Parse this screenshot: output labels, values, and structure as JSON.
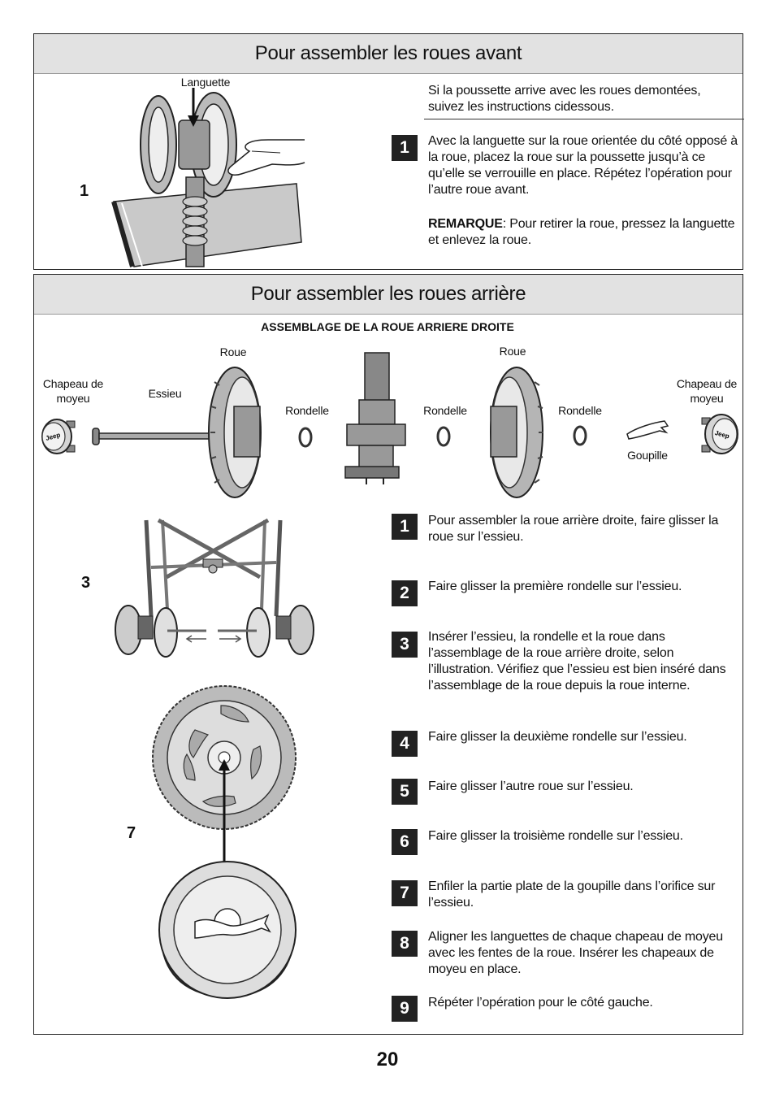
{
  "front": {
    "title": "Pour assembler les roues avant",
    "label_tab": "Languette",
    "fig": "1",
    "intro": "Si la poussette arrive avec les roues demontées, suivez les instructions cidessous.",
    "step_num": "1",
    "step_text": "Avec la languette sur la roue orientée du côté opposé à la roue, placez la roue sur la poussette jusqu’à ce qu’elle se verrouille en place. Répétez l’opération pour l’autre roue avant.",
    "note_label": "REMARQUE",
    "note_text": ":  Pour retirer la roue, pressez la languette et enlevez la roue."
  },
  "rear": {
    "title": "Pour assembler les roues arrière",
    "subtitle": "ASSEMBLAGE DE LA ROUE ARRIERE DROITE",
    "labels": {
      "hubcap_left": "Chapeau de moyeu",
      "axle": "Essieu",
      "wheel_left": "Roue",
      "washer_1": "Rondelle",
      "washer_2": "Rondelle",
      "wheel_right": "Roue",
      "washer_3": "Rondelle",
      "pin": "Goupille",
      "hubcap_right": "Chapeau de moyeu",
      "brand": "Jeep"
    },
    "figs": {
      "fig3": "3",
      "fig7": "7"
    },
    "steps": [
      {
        "num": "1",
        "text": "Pour assembler la roue arrière droite, faire glisser la roue sur l’essieu."
      },
      {
        "num": "2",
        "text": "Faire glisser la première rondelle sur l’essieu."
      },
      {
        "num": "3",
        "text": "Insérer l’essieu, la rondelle et la roue dans l’assemblage de la roue arrière droite, selon l’illustration. Vérifiez que l’essieu est bien inséré dans l’assemblage de la roue depuis la roue interne."
      },
      {
        "num": "4",
        "text": "Faire glisser la deuxième rondelle sur l’essieu."
      },
      {
        "num": "5",
        "text": "Faire glisser l’autre roue sur l’essieu."
      },
      {
        "num": "6",
        "text": "Faire glisser la troisième rondelle sur l’essieu."
      },
      {
        "num": "7",
        "text": "Enfiler la partie plate de la goupille dans l’orifice sur l’essieu."
      },
      {
        "num": "8",
        "text": "Aligner les languettes de chaque chapeau de moyeu avec les fentes de la roue. Insérer les chapeaux de moyeu en place."
      },
      {
        "num": "9",
        "text": "Répéter l’opération pour le côté gauche."
      }
    ]
  },
  "page_number": "20"
}
